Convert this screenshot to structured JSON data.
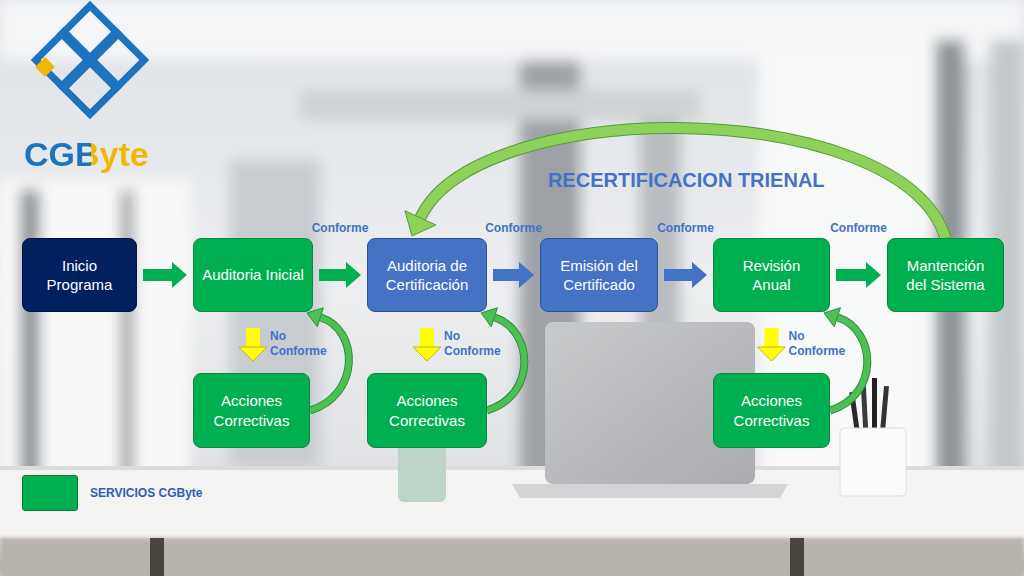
{
  "diagram": {
    "nodes": [
      {
        "text": [
          "Inicio Programa"
        ]
      },
      {
        "text": [
          "Auditoria Inicial"
        ]
      },
      {
        "text": [
          "Auditoria de Certificación"
        ]
      },
      {
        "text": [
          "Emisión del Certificado"
        ]
      },
      {
        "text": [
          "Revisión Anual"
        ]
      },
      {
        "text": [
          "Mantención del Sistema"
        ]
      },
      {
        "text": [
          "Acciones Correctivas"
        ]
      },
      {
        "text": [
          "Acciones Correctivas"
        ]
      },
      {
        "text": [
          "Acciones Correctivas"
        ]
      }
    ],
    "edges": [
      {
        "from": 0,
        "to": 1,
        "arrow": "to"
      },
      {
        "from": 1,
        "to": 2,
        "label": "Conforme",
        "arrow": "to"
      },
      {
        "from": 2,
        "to": 3,
        "label": "Conforme",
        "arrow": "to"
      },
      {
        "from": 3,
        "to": 4,
        "label": "Conforme",
        "arrow": "to"
      },
      {
        "from": 4,
        "to": 5,
        "label": "Conforme",
        "arrow": "to"
      },
      {
        "from": 1,
        "to": 6,
        "label": "No Conforme",
        "arrow": "to"
      },
      {
        "from": 6,
        "to": 1,
        "arrow": "to"
      },
      {
        "from": 2,
        "to": 7,
        "label": "No Conforme",
        "arrow": "to"
      },
      {
        "from": 7,
        "to": 2,
        "arrow": "to"
      },
      {
        "from": 4,
        "to": 8,
        "label": "No Conforme",
        "arrow": "to"
      },
      {
        "from": 8,
        "to": 4,
        "arrow": "to"
      },
      {
        "from": 5,
        "to": 2,
        "label": "RECERTIFICACION TRIENAL",
        "arrow": "to"
      }
    ],
    "labels": [
      "CGByte"
    ],
    "legend": [
      {
        "text": "SERVICIOS CGByte",
        "color": "#00b050"
      }
    ]
  }
}
